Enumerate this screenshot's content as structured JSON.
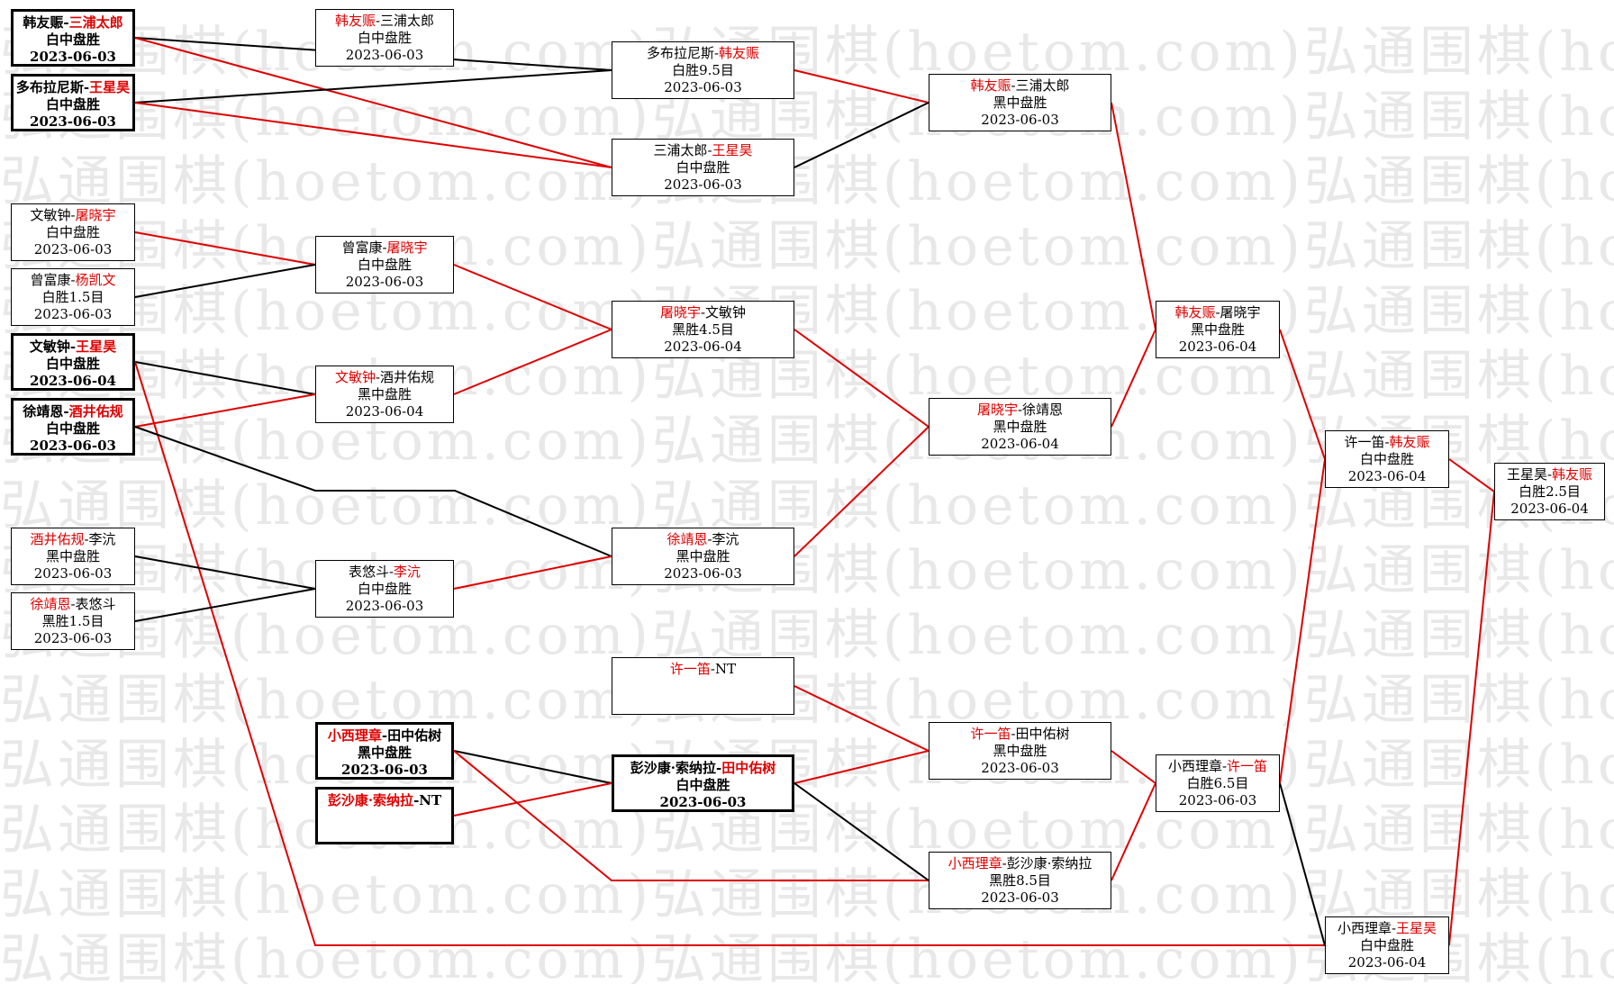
{
  "watermark": "弘通围棋(hoetom.com)弘通围棋(hoetom.com)弘通围棋(hoetom",
  "colors": {
    "winner_name": "#e00000",
    "win_path": "#e00000",
    "loss_path": "#000000"
  },
  "matches": [
    {
      "id": "r1a",
      "p1": "韩友赈",
      "p2": "三浦太郎",
      "winner": 2,
      "result": "白中盘胜",
      "date": "2023-06-03",
      "bold": true
    },
    {
      "id": "r1b",
      "p1": "多布拉尼斯",
      "p2": "王星昊",
      "winner": 2,
      "result": "白中盘胜",
      "date": "2023-06-03",
      "bold": true
    },
    {
      "id": "r1c",
      "p1": "文敏钟",
      "p2": "屠晓宇",
      "winner": 2,
      "result": "白中盘胜",
      "date": "2023-06-03",
      "bold": false
    },
    {
      "id": "r1d",
      "p1": "曾富康",
      "p2": "杨凯文",
      "winner": 2,
      "result": "白胜1.5目",
      "date": "2023-06-03",
      "bold": false
    },
    {
      "id": "r1e",
      "p1": "文敏钟",
      "p2": "王星昊",
      "winner": 2,
      "result": "白中盘胜",
      "date": "2023-06-04",
      "bold": true
    },
    {
      "id": "r1f",
      "p1": "徐靖恩",
      "p2": "酒井佑规",
      "winner": 2,
      "result": "白中盘胜",
      "date": "2023-06-03",
      "bold": true
    },
    {
      "id": "r1g",
      "p1": "酒井佑规",
      "p2": "李沆",
      "winner": 1,
      "result": "黑中盘胜",
      "date": "2023-06-03",
      "bold": false
    },
    {
      "id": "r1h",
      "p1": "徐靖恩",
      "p2": "表悠斗",
      "winner": 1,
      "result": "黑胜1.5目",
      "date": "2023-06-03",
      "bold": false
    },
    {
      "id": "r2a",
      "p1": "韩友赈",
      "p2": "三浦太郎",
      "winner": 1,
      "result": "白中盘胜",
      "date": "2023-06-03",
      "bold": false
    },
    {
      "id": "r2b",
      "p1": "曾富康",
      "p2": "屠晓宇",
      "winner": 2,
      "result": "白中盘胜",
      "date": "2023-06-03",
      "bold": false
    },
    {
      "id": "r2c",
      "p1": "文敏钟",
      "p2": "酒井佑规",
      "winner": 1,
      "result": "黑中盘胜",
      "date": "2023-06-04",
      "bold": false
    },
    {
      "id": "r2d",
      "p1": "表悠斗",
      "p2": "李沆",
      "winner": 2,
      "result": "白中盘胜",
      "date": "2023-06-03",
      "bold": false
    },
    {
      "id": "r2e",
      "p1": "小西理章",
      "p2": "田中佑树",
      "winner": 1,
      "result": "黑中盘胜",
      "date": "2023-06-03",
      "bold": true
    },
    {
      "id": "r2f",
      "p1": "彭沙康·索纳拉",
      "p2": "NT",
      "winner": 1,
      "result": "",
      "date": "",
      "bold": true
    },
    {
      "id": "r3a",
      "p1": "多布拉尼斯",
      "p2": "韩友赈",
      "winner": 2,
      "result": "白胜9.5目",
      "date": "2023-06-03",
      "bold": false
    },
    {
      "id": "r3b",
      "p1": "三浦太郎",
      "p2": "王星昊",
      "winner": 2,
      "result": "白中盘胜",
      "date": "2023-06-03",
      "bold": false
    },
    {
      "id": "r3c",
      "p1": "屠晓宇",
      "p2": "文敏钟",
      "winner": 1,
      "result": "黑胜4.5目",
      "date": "2023-06-04",
      "bold": false
    },
    {
      "id": "r3d",
      "p1": "徐靖恩",
      "p2": "李沆",
      "winner": 1,
      "result": "黑中盘胜",
      "date": "2023-06-03",
      "bold": false
    },
    {
      "id": "r3e",
      "p1": "许一笛",
      "p2": "NT",
      "winner": 1,
      "result": "",
      "date": "",
      "bold": false
    },
    {
      "id": "r3f",
      "p1": "彭沙康·索纳拉",
      "p2": "田中佑树",
      "winner": 2,
      "result": "白中盘胜",
      "date": "2023-06-03",
      "bold": true
    },
    {
      "id": "r4a",
      "p1": "韩友赈",
      "p2": "三浦太郎",
      "winner": 1,
      "result": "黑中盘胜",
      "date": "2023-06-03",
      "bold": false
    },
    {
      "id": "r4b",
      "p1": "屠晓宇",
      "p2": "徐靖恩",
      "winner": 1,
      "result": "黑中盘胜",
      "date": "2023-06-04",
      "bold": false
    },
    {
      "id": "r4c",
      "p1": "许一笛",
      "p2": "田中佑树",
      "winner": 1,
      "result": "黑中盘胜",
      "date": "2023-06-03",
      "bold": false
    },
    {
      "id": "r4d",
      "p1": "小西理章",
      "p2": "彭沙康·索纳拉",
      "winner": 1,
      "result": "黑胜8.5目",
      "date": "2023-06-03",
      "bold": false
    },
    {
      "id": "r5a",
      "p1": "韩友赈",
      "p2": "屠晓宇",
      "winner": 1,
      "result": "黑中盘胜",
      "date": "2023-06-04",
      "bold": false
    },
    {
      "id": "r5b",
      "p1": "小西理章",
      "p2": "许一笛",
      "winner": 2,
      "result": "白胜6.5目",
      "date": "2023-06-03",
      "bold": false
    },
    {
      "id": "r6a",
      "p1": "许一笛",
      "p2": "韩友赈",
      "winner": 2,
      "result": "白中盘胜",
      "date": "2023-06-04",
      "bold": false
    },
    {
      "id": "r6b",
      "p1": "小西理章",
      "p2": "王星昊",
      "winner": 2,
      "result": "白中盘胜",
      "date": "2023-06-04",
      "bold": false
    },
    {
      "id": "r7",
      "p1": "王星昊",
      "p2": "韩友赈",
      "winner": 2,
      "result": "白胜2.5目",
      "date": "2023-06-04",
      "bold": false
    }
  ]
}
